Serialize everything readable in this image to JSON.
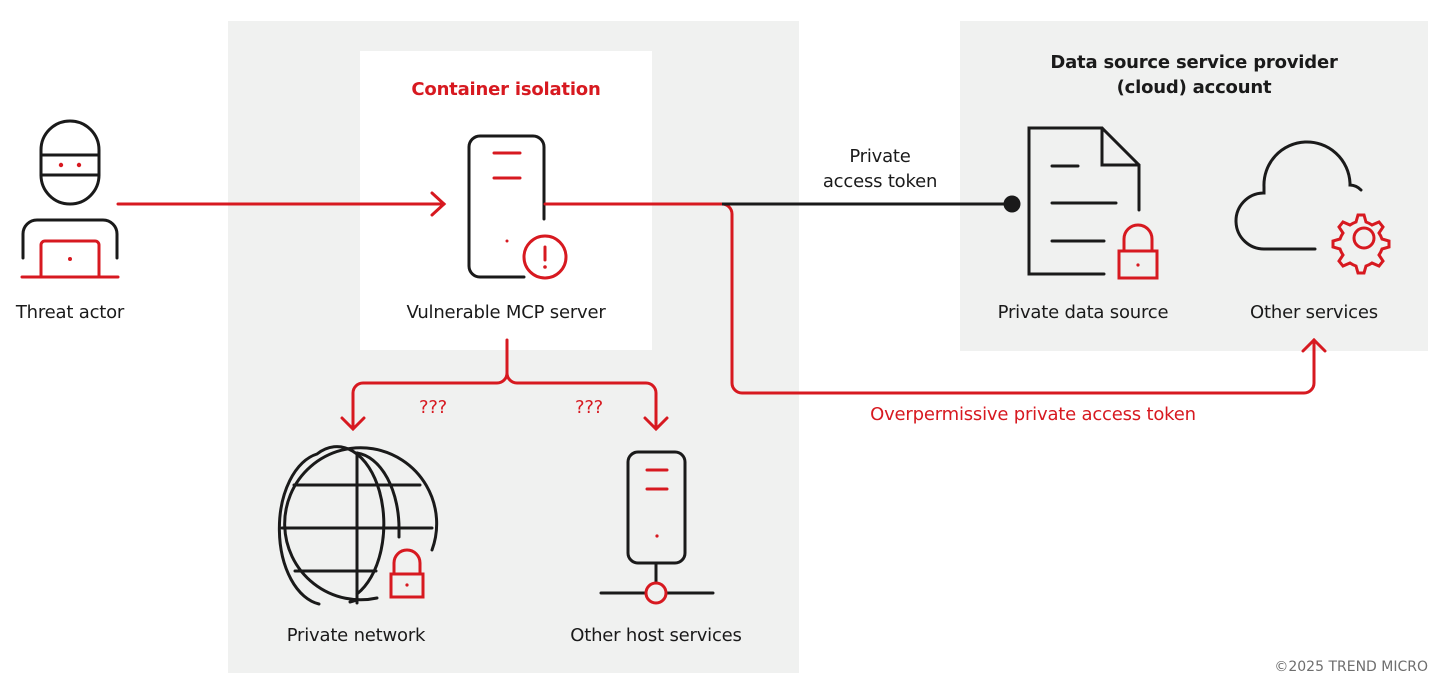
{
  "colors": {
    "accent_red": "#d71920",
    "stroke_dark": "#1a1a1a",
    "panel_gray": "#f0f1f0",
    "copyright_gray": "#6e6e6e"
  },
  "nodes": {
    "threat_actor": {
      "label": "Threat actor",
      "icon": "hacker-with-laptop-icon"
    },
    "container": {
      "title": "Container isolation"
    },
    "mcp_server": {
      "label": "Vulnerable MCP server",
      "icon": "server-warning-icon"
    },
    "cloud_account": {
      "title_line1": "Data source service provider",
      "title_line2": "(cloud) account"
    },
    "private_data_source": {
      "label": "Private data source",
      "icon": "document-lock-icon"
    },
    "other_services": {
      "label": "Other services",
      "icon": "cloud-gear-icon"
    },
    "private_network": {
      "label": "Private network",
      "icon": "globe-lock-icon"
    },
    "other_host_services": {
      "label": "Other host services",
      "icon": "server-network-icon"
    }
  },
  "edges": {
    "private_token": {
      "line1": "Private",
      "line2": "access token"
    },
    "overpermissive_token": {
      "label": "Overpermissive private access token"
    },
    "unknown_left": {
      "label": "???"
    },
    "unknown_right": {
      "label": "???"
    }
  },
  "footer": {
    "copyright": "©2025 TREND MICRO"
  }
}
